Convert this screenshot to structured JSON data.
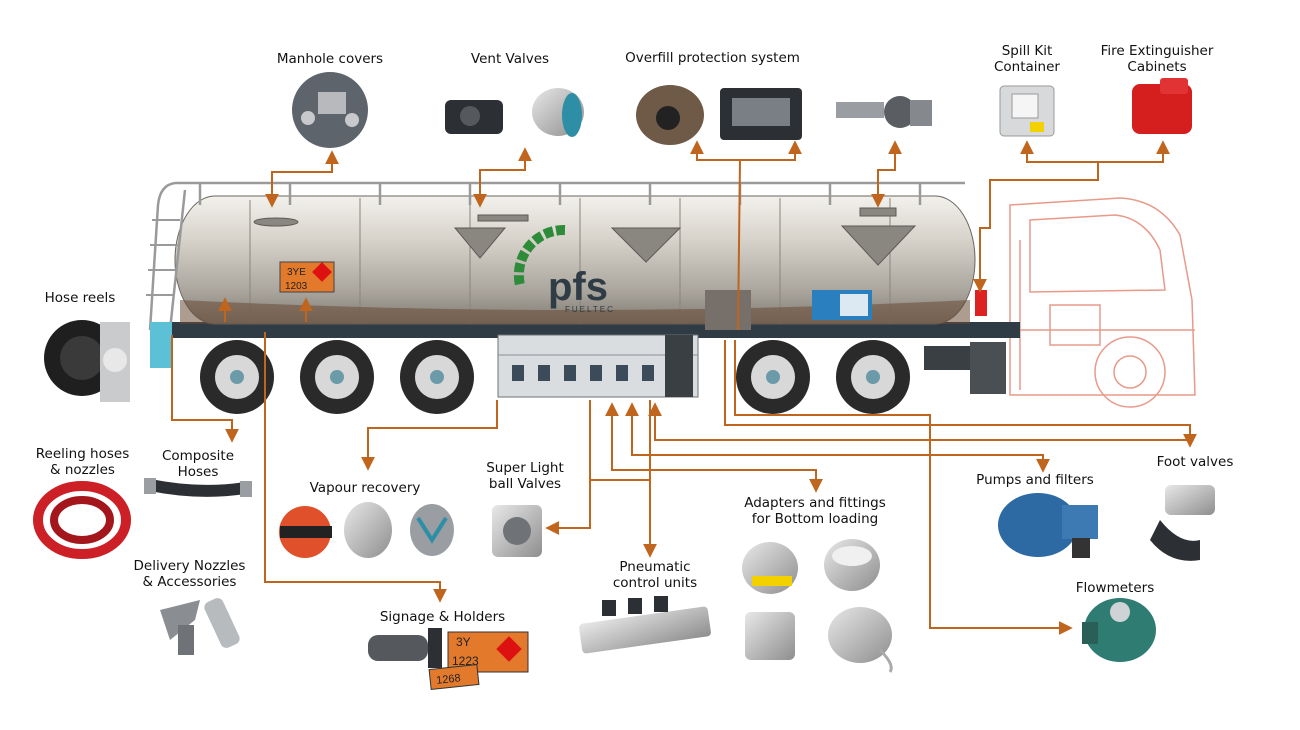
{
  "labels": {
    "manhole_covers": "Manhole covers",
    "vent_valves": "Vent Valves",
    "overfill": "Overfill protection system",
    "spill_kit_1": "Spill Kit",
    "spill_kit_2": "Container",
    "fire_ext_1": "Fire Extinguisher",
    "fire_ext_2": "Cabinets",
    "hose_reels": "Hose reels",
    "reeling_1": "Reeling hoses",
    "reeling_2": "& nozzles",
    "composite_1": "Composite",
    "composite_2": "Hoses",
    "vapour": "Vapour recovery",
    "super_light_1": "Super Light",
    "super_light_2": "ball Valves",
    "adapters_1": "Adapters and fittings",
    "adapters_2": "for Bottom loading",
    "pumps": "Pumps and filters",
    "foot_valves": "Foot valves",
    "delivery_1": "Delivery Nozzles",
    "delivery_2": "& Accessories",
    "pneumatic_1": "Pneumatic",
    "pneumatic_2": "control units",
    "signage": "Signage & Holders",
    "flowmeters": "Flowmeters"
  },
  "brand": {
    "name": "pfs",
    "sub": "FUELTEC"
  },
  "placards": {
    "code_top": "3YE",
    "code_bottom": "1203",
    "sign_top": "3Y",
    "sign_mid": "1223",
    "sign_bottom": "1268"
  },
  "colors": {
    "arrow": "#c0651e",
    "tank": "#c9c5be",
    "cab_outline": "#e79a8a",
    "brand_green": "#2e8b3a"
  }
}
